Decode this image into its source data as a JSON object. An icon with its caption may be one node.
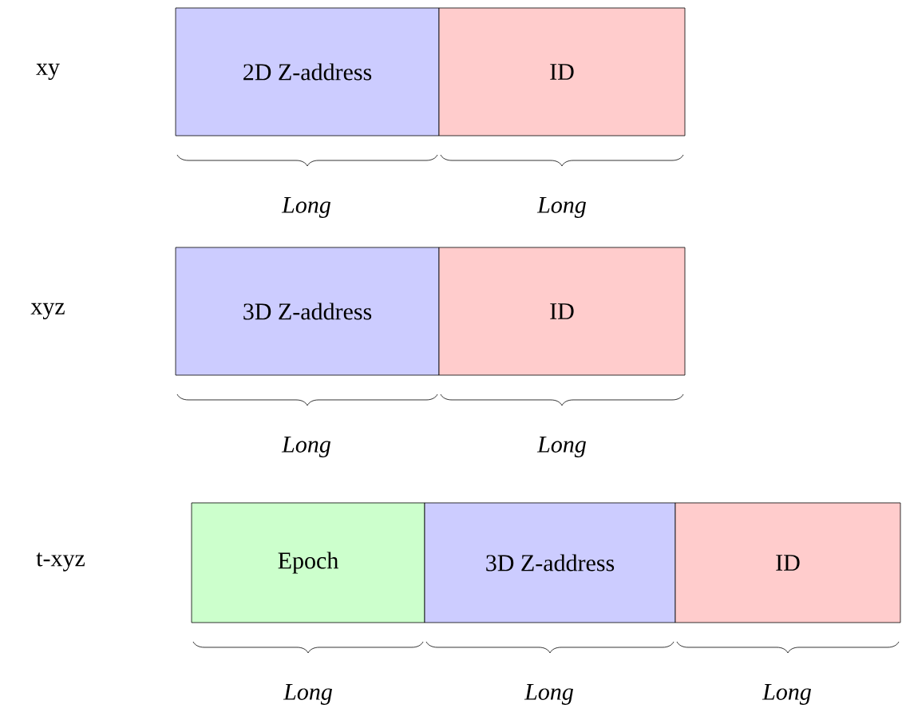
{
  "diagram": {
    "nodes": [
      {
        "text": [
          "2D Z-address"
        ]
      },
      {
        "text": [
          "ID"
        ]
      },
      {
        "text": [
          "3D Z-address"
        ]
      },
      {
        "text": [
          "ID"
        ]
      },
      {
        "text": [
          "Epoch"
        ]
      },
      {
        "text": [
          "3D Z-address"
        ]
      },
      {
        "text": [
          "ID"
        ]
      }
    ],
    "labels": [
      "xy",
      "Long",
      "Long",
      "xyz",
      "Long",
      "Long",
      "t-xyz",
      "Long",
      "Long",
      "Long"
    ]
  }
}
